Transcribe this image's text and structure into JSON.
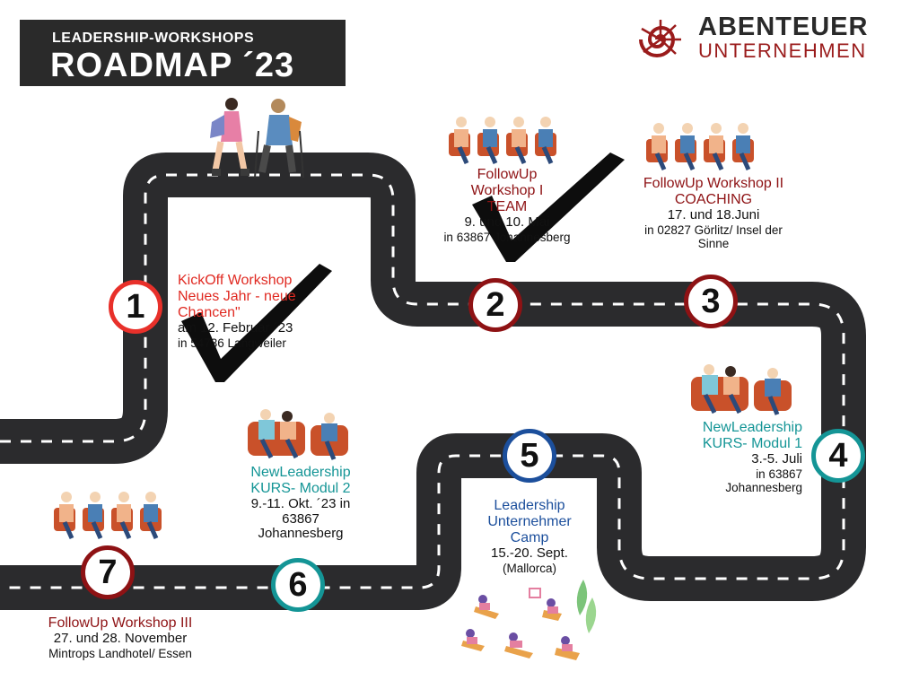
{
  "header": {
    "subtitle": "LEADERSHIP-WORKSHOPS",
    "title": "ROADMAP ´23"
  },
  "brand": {
    "line1": "ABENTEUER",
    "line2": "UNTERNEHMEN",
    "colors": {
      "dark": "#2a2a2a",
      "red": "#9a1b1b"
    }
  },
  "stops": [
    {
      "number": "1",
      "title_lines": [
        "KickOff Workshop",
        "Neues Jahr - neue",
        "Chancen\""
      ],
      "date": "am 12. Februar ´23",
      "place": "in 54736 Langweiler",
      "completed": true,
      "ring_color": "#e8302a"
    },
    {
      "number": "2",
      "title_lines": [
        "FollowUp",
        "Workshop I",
        "TEAM"
      ],
      "date": "9. und 10. Mai",
      "place": "in 63867 Johannesberg",
      "completed": true,
      "ring_color": "#8e1214"
    },
    {
      "number": "3",
      "title_lines": [
        "FollowUp Workshop  II",
        "COACHING"
      ],
      "date": "17. und 18.Juni",
      "place_lines": [
        "in 02827 Görlitz/ Insel der",
        "Sinne"
      ],
      "completed": false,
      "ring_color": "#8e1214"
    },
    {
      "number": "4",
      "title_lines": [
        "NewLeadership",
        "KURS- Modul 1"
      ],
      "date": "3.-5. Juli",
      "place_lines": [
        "in 63867",
        "Johannesberg"
      ],
      "completed": false,
      "ring_color": "#149596"
    },
    {
      "number": "5",
      "title_lines": [
        "Leadership",
        "Unternehmer",
        "Camp"
      ],
      "date": "15.-20. Sept.",
      "place": "(Mallorca)",
      "completed": false,
      "ring_color": "#1c4f9c"
    },
    {
      "number": "6",
      "title_lines": [
        "NewLeadership",
        "KURS- Modul 2"
      ],
      "date_lines": [
        "9.-11. Okt. ´23 in",
        "63867"
      ],
      "place": "Johannesberg",
      "completed": false,
      "ring_color": "#149596"
    },
    {
      "number": "7",
      "title_lines": [
        "FollowUp Workshop   III"
      ],
      "date": "27. und 28. November",
      "place": "Mintrops Landhotel/ Essen",
      "completed": false,
      "ring_color": "#8e1214"
    }
  ],
  "icons": [
    "hikers-illustration",
    "seated-group-illustration",
    "couch-group-illustration",
    "lounge-chairs-illustration",
    "checkmark-icon",
    "spiral-shell-logo-icon"
  ]
}
